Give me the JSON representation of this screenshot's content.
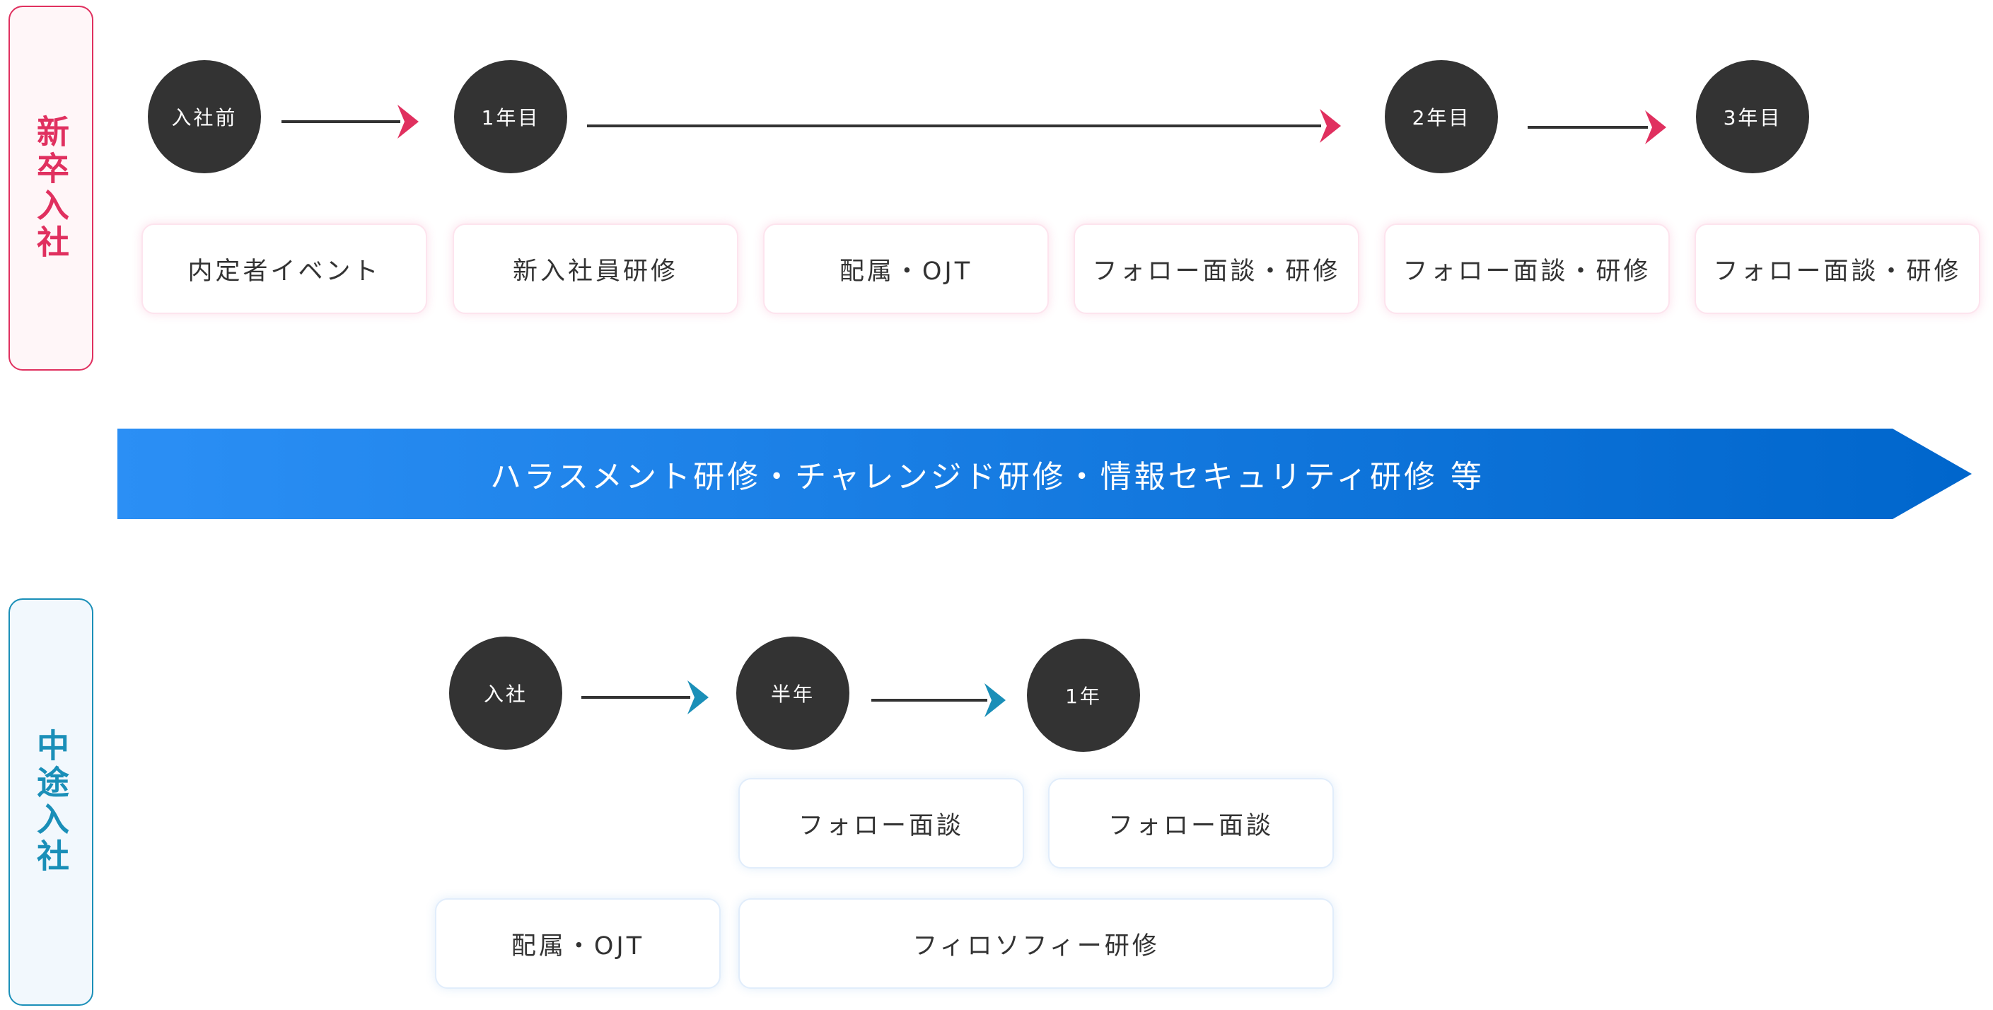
{
  "new_grad": {
    "label": "新卒入社",
    "stages": [
      "入社前",
      "1年目",
      "2年目",
      "3年目"
    ],
    "boxes": [
      "内定者イベント",
      "新入社員研修",
      "配属・OJT",
      "フォロー面談・研修",
      "フォロー面談・研修",
      "フォロー面談・研修"
    ]
  },
  "banner": {
    "text": "ハラスメント研修・チャレンジド研修・情報セキュリティ研修 等"
  },
  "mid_career": {
    "label": "中途入社",
    "stages": [
      "入社",
      "半年",
      "1年"
    ],
    "boxes": [
      "フォロー面談",
      "フォロー面談",
      "配属・OJT",
      "フィロソフィー研修"
    ]
  },
  "colors": {
    "new_grad_accent": "#e0305f",
    "mid_career_accent": "#1a8fb8",
    "banner_start": "#2b8ff5",
    "banner_end": "#0066cc",
    "circle_fill": "#333333"
  }
}
